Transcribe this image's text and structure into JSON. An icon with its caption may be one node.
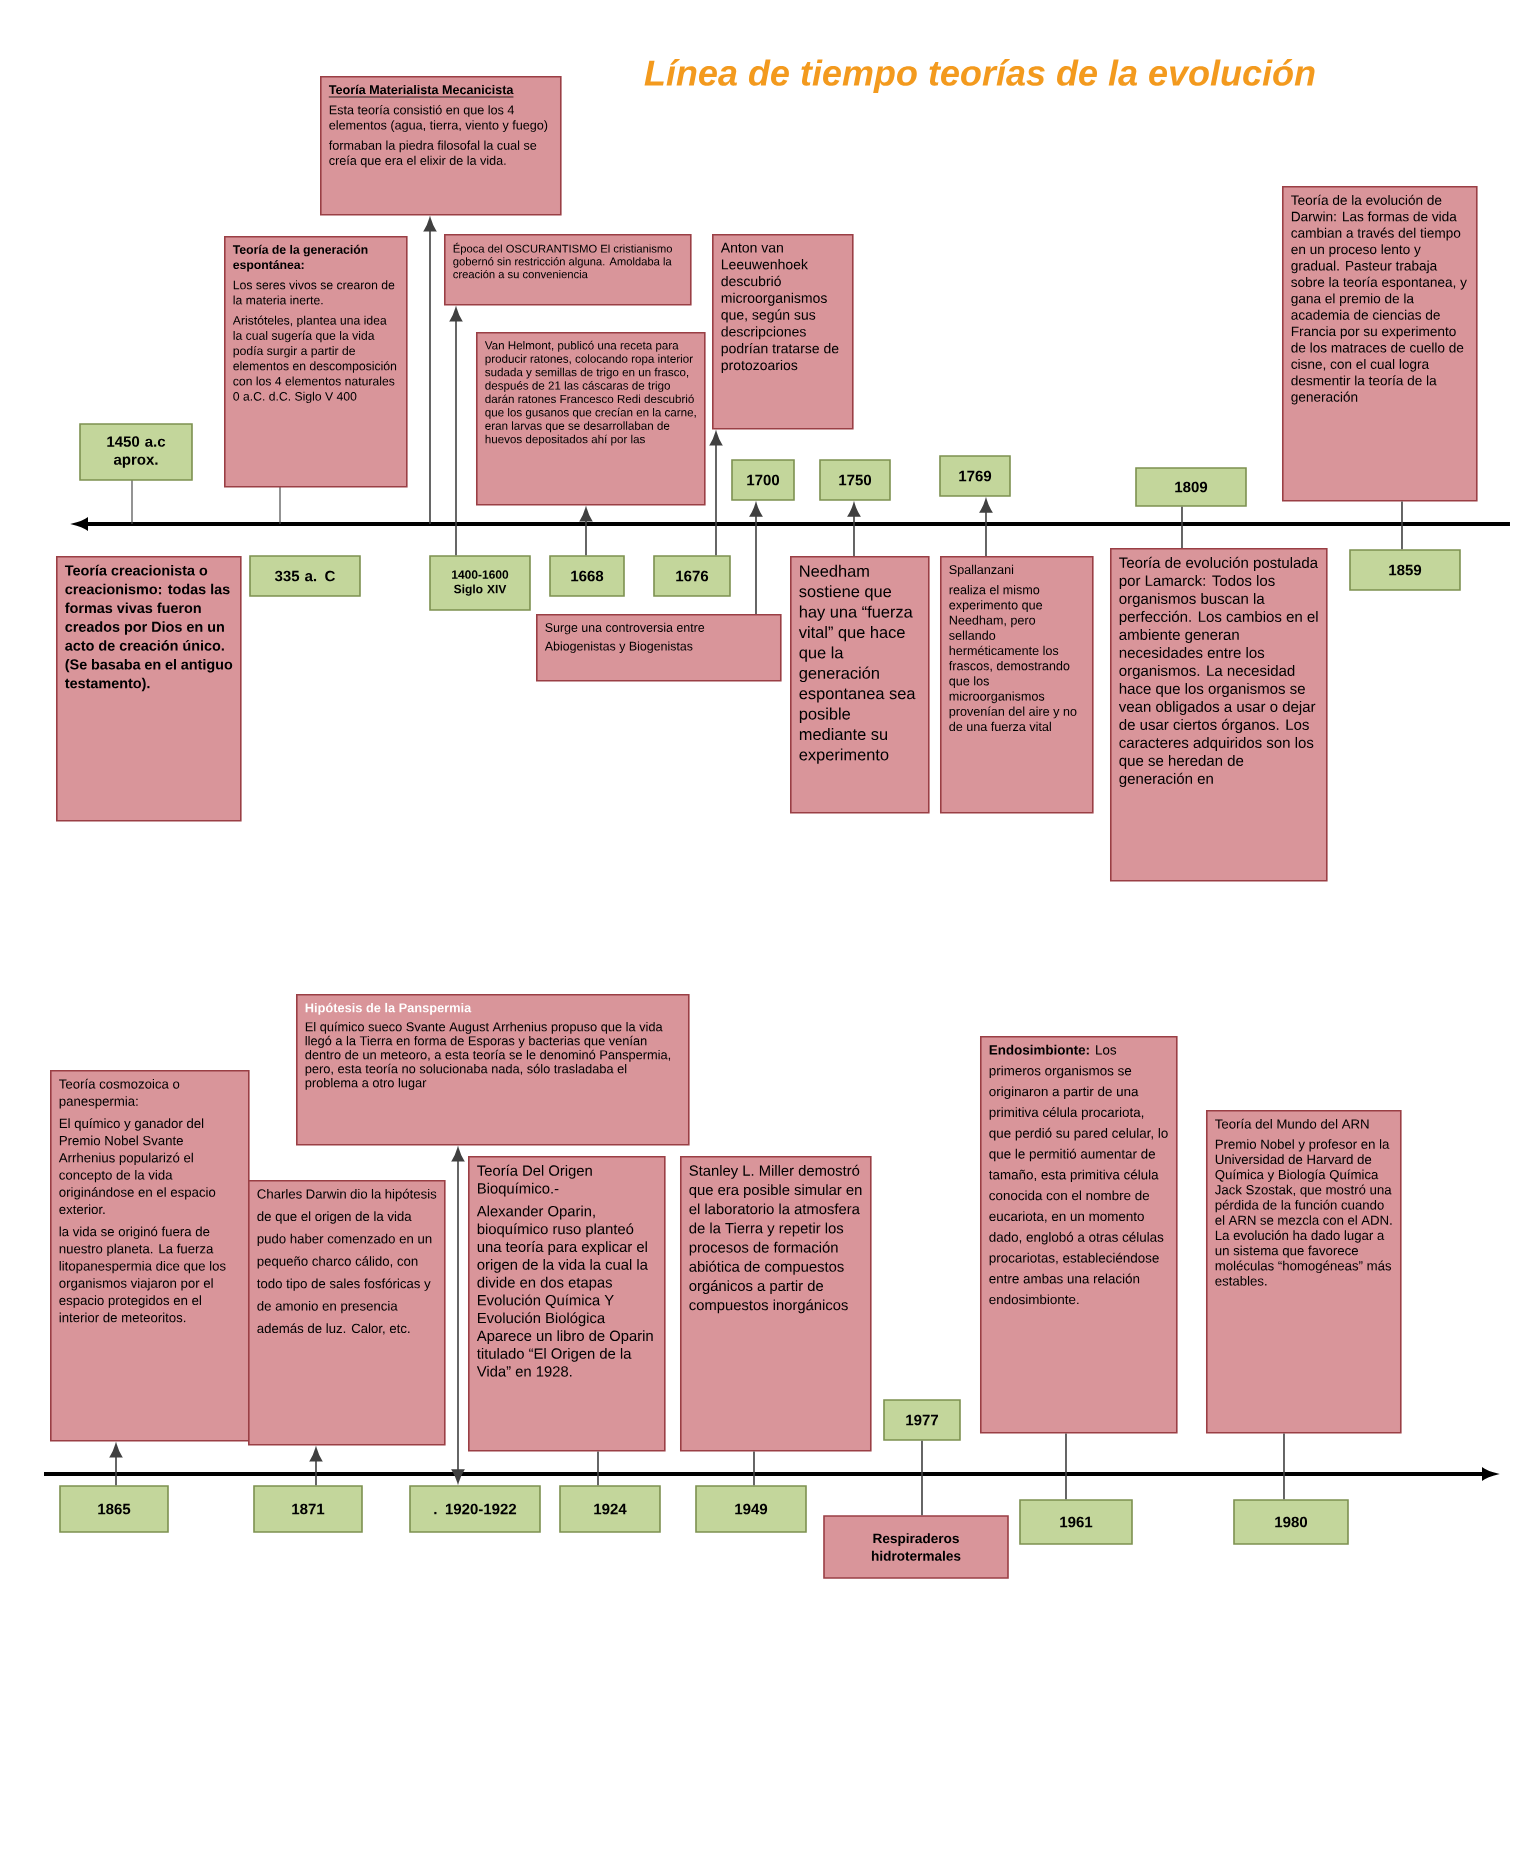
{
  "diagram": {
    "title": "Línea de tiempo teorías de la evolución",
    "nodes": [
      {
        "text": [
          "Teoría Materialista Mecanicista",
          "Esta teoría consistió en que los 4 elementos (agua, tierra, viento y fuego)",
          "formaban la piedra filosofal la cual se creía que era el elixir de la vida."
        ]
      },
      {
        "text": [
          "Teoría de la generación espontánea:",
          "Los seres vivos se crearon de la materia inerte.",
          "Aristóteles, plantea una idea la cual sugería que la vida podía surgir a partir de elementos en descomposición con los 4 elementos naturales 0 a.C. d.C. Siglo V 400"
        ]
      },
      {
        "text": [
          "Época del OSCURANTISMO El cristianismo gobernó sin restricción alguna. Amoldaba la creación a su conveniencia"
        ]
      },
      {
        "text": [
          "Van Helmont, publicó una receta para producir ratones, colocando ropa interior sudada y semillas de trigo en un frasco, después de 21 las cáscaras de trigo darán ratones Francesco Redi descubrió que los gusanos que crecían en la carne, eran larvas que se desarrollaban de huevos depositados ahí por las"
        ]
      },
      {
        "text": [
          "Anton van Leeuwenhoek descubrió microorganismos que, según sus descripciones podrían tratarse de protozoarios"
        ]
      },
      {
        "text": [
          "1450 a.c aprox."
        ]
      },
      {
        "text": [
          "Teoría creacionista o creacionismo: todas las formas vivas fueron creados por Dios en un acto de creación único. (Se basaba en el antiguo testamento)."
        ]
      },
      {
        "text": [
          "335 a. C"
        ]
      },
      {
        "text": [
          "1400-1600 Siglo XIV"
        ]
      },
      {
        "text": [
          "1668"
        ]
      },
      {
        "text": [
          "1676"
        ]
      },
      {
        "text": [
          "Surge una controversia entre Abiogenistas y Biogenistas"
        ]
      },
      {
        "text": [
          "1700"
        ]
      },
      {
        "text": [
          "1750"
        ]
      },
      {
        "text": [
          "Needham sostiene que hay una “fuerza vital” que hace que la generación espontanea sea posible mediante su experimento"
        ]
      },
      {
        "text": [
          "1769"
        ]
      },
      {
        "text": [
          "Spallanzani",
          "realiza el mismo experimento que Needham, pero sellando herméticamente los frascos, demostrando que los microorganismos provenían del aire y no de una fuerza vital"
        ]
      },
      {
        "text": [
          "1809"
        ]
      },
      {
        "text": [
          "Teoría de evolución postulada por Lamarck: Todos los organismos buscan la perfección. Los cambios en el ambiente generan necesidades entre los organismos. La necesidad hace que los organismos se vean obligados a usar o dejar de usar ciertos órganos. Los caracteres adquiridos son los que se heredan de generación en"
        ]
      },
      {
        "text": [
          "Teoría de la evolución de Darwin: Las formas de vida cambian a través del tiempo en un proceso lento y gradual. Pasteur trabaja sobre la teoría espontanea, y gana el premio de la academia de ciencias de Francia por su experimento de los matraces de cuello de cisne, con el cual logra desmentir la teoría de la generación"
        ]
      },
      {
        "text": [
          "1859"
        ]
      },
      {
        "text": [
          "Teoría cosmozoica o panespermia:",
          "El químico y ganador del Premio Nobel Svante Arrhenius popularizó el concepto de la vida originándose en el espacio exterior.",
          "la vida se originó fuera de nuestro planeta. La fuerza litopanespermia dice que los organismos viajaron por el espacio protegidos en el interior de meteoritos."
        ]
      },
      {
        "text": [
          "Hipótesis de la Panspermia",
          "El químico sueco Svante August Arrhenius propuso que la vida llegó a la Tierra en forma de Esporas y bacterias que venían dentro de un meteoro, a esta teoría se le denominó Panspermia, pero, esta teoría no solucionaba nada, sólo trasladaba el problema a otro lugar"
        ]
      },
      {
        "text": [
          "Charles Darwin dio la hipótesis de que el origen de la vida pudo haber comenzado en un pequeño charco cálido, con todo tipo de sales fosfóricas y de amonio en presencia además de luz. Calor, etc."
        ]
      },
      {
        "text": [
          "Teoría Del Origen Bioquímico.-",
          "Alexander Oparin, bioquímico ruso planteó una teoría para explicar el origen de la vida la cual la divide en dos etapas Evolución Química Y Evolución Biológica Aparece un libro de Oparin titulado “El Origen de la Vida” en 1928."
        ]
      },
      {
        "text": [
          "Stanley L. Miller demostró que era posible simular en el laboratorio la atmosfera de la Tierra y repetir los procesos de formación abiótica de compuestos orgánicos a partir de compuestos inorgánicos"
        ]
      },
      {
        "text": [
          "**Endosimbionte:** Los primeros organismos se originaron a partir de una primitiva célula procariota, que perdió su pared celular, lo que le permitió aumentar de tamaño, esta primitiva célula conocida con el nombre de eucariota, en un momento dado, englobó a otras células procariotas, estableciéndose entre ambas una relación endosimbionte."
        ]
      },
      {
        "text": [
          "Teoría del Mundo del ARN",
          "Premio Nobel y profesor en la Universidad de Harvard de Química y Biología Química Jack Szostak, que mostró una pérdida de la función cuando el ARN se mezcla con el ADN. La evolución ha dado lugar a un sistema que favorece moléculas “homogéneas” más estables."
        ]
      },
      {
        "text": [
          "1865"
        ]
      },
      {
        "text": [
          "1871"
        ]
      },
      {
        "text": [
          ". 1920-1922"
        ]
      },
      {
        "text": [
          "1924"
        ]
      },
      {
        "text": [
          "1949"
        ]
      },
      {
        "text": [
          "1977"
        ]
      },
      {
        "text": [
          "Respiraderos hidrotermales"
        ]
      },
      {
        "text": [
          "1961"
        ]
      },
      {
        "text": [
          "1980"
        ]
      }
    ],
    "edges": [
      {
        "from": null,
        "to": 0,
        "arrow": "to"
      },
      {
        "from": 8,
        "to": 2,
        "arrow": "to"
      },
      {
        "from": 9,
        "to": 3,
        "arrow": "to"
      },
      {
        "from": 10,
        "to": 4,
        "arrow": "to"
      },
      {
        "from": 11,
        "to": 12,
        "arrow": "to"
      },
      {
        "from": 14,
        "to": 13,
        "arrow": "to"
      },
      {
        "from": 16,
        "to": 15,
        "arrow": "to"
      },
      {
        "from": 17,
        "to": 18,
        "arrow": "none"
      },
      {
        "from": 19,
        "to": 20,
        "arrow": "none"
      },
      {
        "from": 28,
        "to": 21,
        "arrow": "to"
      },
      {
        "from": 29,
        "to": 23,
        "arrow": "to"
      },
      {
        "from": 30,
        "to": 22,
        "arrow": "both"
      },
      {
        "from": 24,
        "to": 31,
        "arrow": "none"
      },
      {
        "from": 25,
        "to": 32,
        "arrow": "none"
      },
      {
        "from": 33,
        "to": 34,
        "arrow": "none"
      },
      {
        "from": 26,
        "to": 35,
        "arrow": "none"
      },
      {
        "from": 27,
        "to": 36,
        "arrow": "none"
      }
    ]
  }
}
